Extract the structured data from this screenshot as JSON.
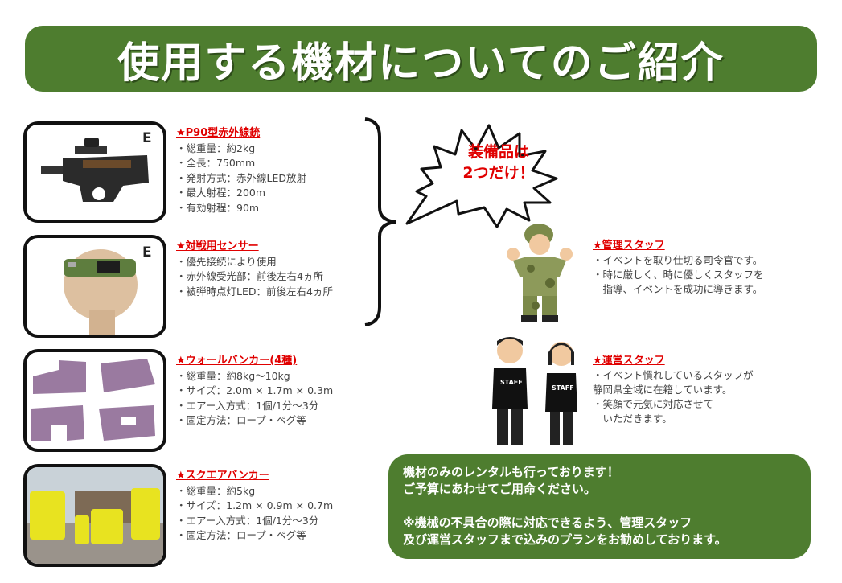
{
  "header": {
    "title": "使用する機材についてのご紹介"
  },
  "callout": {
    "line1": "装備品は",
    "line2": "2つだけ！"
  },
  "equipment": [
    {
      "badge": "E",
      "title": "★P90型赤外線銃",
      "lines": [
        "・総重量：約2kg",
        "・全長：750mm",
        "・発射方式：赤外線LED放射",
        "・最大射程：200m",
        "・有効射程：90m"
      ]
    },
    {
      "badge": "E",
      "title": "★対戦用センサー",
      "lines": [
        "・優先接続により使用",
        "・赤外線受光部：前後左右4ヵ所",
        "・被弾時点灯LED：前後左右4ヵ所"
      ]
    },
    {
      "title": "★ウォールバンカー(4種)",
      "lines": [
        "・総重量：約8kg～10kg",
        "・サイズ：2.0m × 1.7m × 0.3m",
        "・エアー入方式：1個/1分～3分",
        "・固定方法：ロープ・ペグ等"
      ]
    },
    {
      "title": "★スクエアバンカー",
      "lines": [
        "・総重量：約5kg",
        "・サイズ：1.2m × 0.9m × 0.7m",
        "・エアー入方式：1個/1分～3分",
        "・固定方法：ロープ・ペグ等"
      ]
    }
  ],
  "staff": [
    {
      "title": "★管理スタッフ",
      "lines": [
        "・イベントを取り仕切る司令官です。",
        "・時に厳しく、時に優しくスタッフを",
        "　指導、イベントを成功に導きます。"
      ]
    },
    {
      "title": "★運営スタッフ",
      "lines": [
        "・イベント慣れしているスタッフが",
        "静岡県全域に在籍しています。",
        "・笑顔で元気に対応させて",
        "　いただきます。"
      ],
      "shirt_text": "STAFF"
    }
  ],
  "notice": {
    "line1": "機材のみのレンタルも行っております！",
    "line2": "ご予算にあわせてご用命ください。",
    "line3": "※機械の不具合の際に対応できるよう、管理スタッフ",
    "line4": "及び運営スタッフまで込みのプランをお勧めしております。"
  },
  "colors": {
    "accent_green": "#4e7d2f",
    "title_red": "#e00000"
  }
}
